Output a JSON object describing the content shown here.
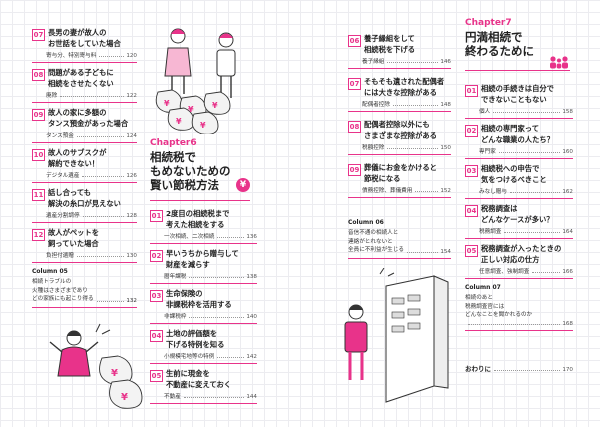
{
  "left_col": [
    {
      "num": "07",
      "title": "長男の妻が故人の\nお世話をしていた場合",
      "sub": "寄与分、特別寄与料",
      "page": "120"
    },
    {
      "num": "08",
      "title": "問題がある子どもに\n相続をさせたくない",
      "sub": "廃除",
      "page": "122"
    },
    {
      "num": "09",
      "title": "故人の家に多額の\nタンス預金があった場合",
      "sub": "タンス預金",
      "page": "124"
    },
    {
      "num": "10",
      "title": "故人のサブスクが\n解約できない！",
      "sub": "デジタル遺産",
      "page": "126"
    },
    {
      "num": "11",
      "title": "話し合っても\n解決の糸口が見えない",
      "sub": "遺産分割調停",
      "page": "128"
    },
    {
      "num": "12",
      "title": "故人がペットを\n飼っていた場合",
      "sub": "負担付遺贈",
      "page": "130"
    }
  ],
  "column05": {
    "label": "Column 05",
    "lines": [
      "相続トラブルの",
      "火種はさまざまであり",
      "どの家族にも起こり得る"
    ],
    "page": "132"
  },
  "chapter6": {
    "label": "Chapter6",
    "title_lines": [
      "相続税で",
      "もめないための",
      "賢い節税方法"
    ],
    "yen": "¥"
  },
  "mid_col": [
    {
      "num": "01",
      "title": "2度目の相続税まで\n考えた相続をする",
      "sub": "一次相続、二次相続",
      "page": "136"
    },
    {
      "num": "02",
      "title": "早いうちから贈与して\n財産を減らす",
      "sub": "暦年課税",
      "page": "138"
    },
    {
      "num": "03",
      "title": "生命保険の\n非課税枠を活用する",
      "sub": "非課税枠",
      "page": "140"
    },
    {
      "num": "04",
      "title": "土地の評価額を\n下げる特例を知る",
      "sub": "小規模宅地等の特例",
      "page": "142"
    },
    {
      "num": "05",
      "title": "生前に現金を\n不動産に変えておく",
      "sub": "不動産",
      "page": "144"
    }
  ],
  "right_mid_col": [
    {
      "num": "06",
      "title": "養子縁組をして\n相続税を下げる",
      "sub": "養子縁組",
      "page": "146"
    },
    {
      "num": "07",
      "title": "そもそも遺された配偶者\nには大きな控除がある",
      "sub": "配偶者控除",
      "page": "148"
    },
    {
      "num": "08",
      "title": "配偶者控除以外にも\nさまざまな控除がある",
      "sub": "税額控除",
      "page": "150"
    },
    {
      "num": "09",
      "title": "葬儀にお金をかけると\n節税になる",
      "sub": "債務控除、葬儀費用",
      "page": "152"
    }
  ],
  "column06": {
    "label": "Column 06",
    "lines": [
      "音信不通の相続人と",
      "連絡がとれないと",
      "全員に不利益が生じる"
    ],
    "page": "154"
  },
  "chapter7": {
    "label": "Chapter7",
    "title_lines": [
      "円満相続で",
      "終わるために"
    ]
  },
  "right_col": [
    {
      "num": "01",
      "title": "相続の手続きは自分で\nできないこともない",
      "sub": "個人",
      "page": "158"
    },
    {
      "num": "02",
      "title": "相続の専門家って\nどんな職業の人たち？",
      "sub": "専門家",
      "page": "160"
    },
    {
      "num": "03",
      "title": "相続税への申告で\n気をつけるべきこと",
      "sub": "みなし贈与",
      "page": "162"
    },
    {
      "num": "04",
      "title": "税務調査は\nどんなケースが多い？",
      "sub": "税務調査",
      "page": "164"
    },
    {
      "num": "05",
      "title": "税務調査が入ったときの\n正しい対応の仕方",
      "sub": "任意調査、強制調査",
      "page": "166"
    }
  ],
  "column07": {
    "label": "Column 07",
    "lines": [
      "相続のあと",
      "税務調査官には",
      "どんなことを聞かれるのか"
    ],
    "page": "168"
  },
  "afterword": {
    "label": "おわりに",
    "page": "170"
  },
  "colors": {
    "accent": "#e8338a",
    "grid": "#ececf0"
  }
}
